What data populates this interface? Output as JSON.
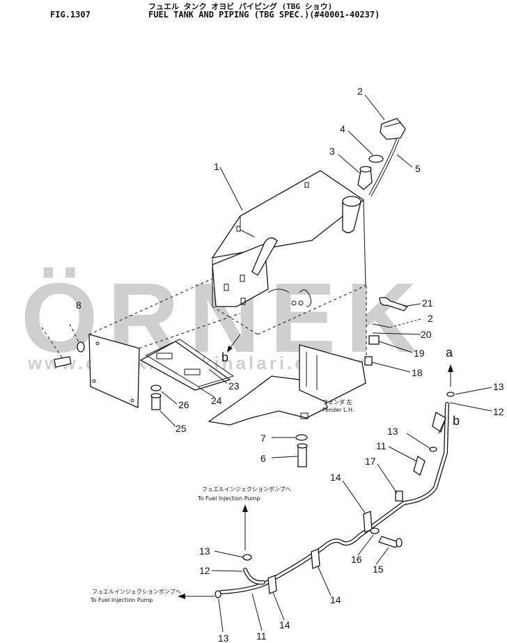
{
  "header": {
    "jp_title": "フュエル タンク オヨビ パイピング (TBG ショウ)",
    "fig_number": "FIG.1307",
    "en_title": "FUEL TANK AND PIPING (TBG SPEC.)(#40001-40237)"
  },
  "watermark": {
    "brand": "ÖRNEK",
    "url": "www.ornekismakinalari.com.tr",
    "color": "#cfcfcf"
  },
  "callouts": [
    "1",
    "2",
    "3",
    "4",
    "5",
    "8",
    "21",
    "2",
    "20",
    "19",
    "18",
    "23",
    "24",
    "26",
    "25",
    "7",
    "6",
    "13",
    "12",
    "13",
    "11",
    "17",
    "14",
    "16",
    "15",
    "13",
    "12",
    "14",
    "14",
    "13",
    "11"
  ],
  "letters": {
    "b_tank": "b",
    "a_pipe": "a",
    "b_pipe": "b"
  },
  "fender": {
    "jp": "フェンダ 左",
    "en": "Fender L.H."
  },
  "injection_upper": {
    "jp": "フュエルインジェクションポンプへ",
    "en": "To Fuel Injection Pump"
  },
  "injection_lower": {
    "jp": "フュエルインジェクションポンプへ",
    "en": "To Fuel Injection Pump"
  }
}
